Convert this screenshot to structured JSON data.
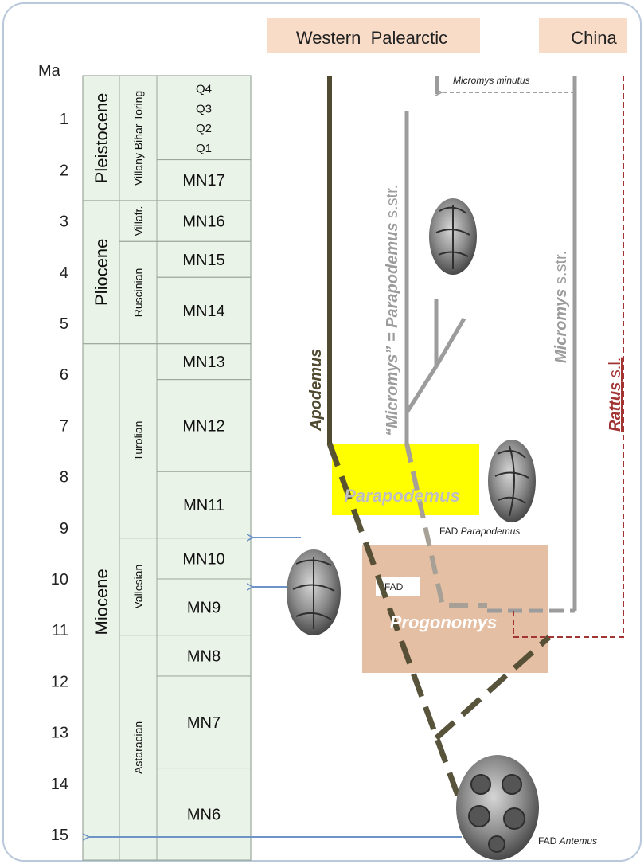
{
  "colors": {
    "frame": "#b9c8da",
    "header_bg": "#f9dcc8",
    "column_bg": "#eaf3e8",
    "column_border": "#9aa89a",
    "apodemus": "#4f4a30",
    "parapodemus": "#9c9c9c",
    "micromys": "#9c9c9c",
    "rattus": "#a33434",
    "yellow_box": "#ffff00",
    "progonomys_box": "#d9a67f",
    "arrow": "#6e93c6"
  },
  "header": {
    "western": "Western  Palearctic",
    "china": "China"
  },
  "axis": {
    "unit": "Ma",
    "ticks": [
      "1",
      "2",
      "3",
      "4",
      "5",
      "6",
      "7",
      "8",
      "9",
      "10",
      "11",
      "12",
      "13",
      "14",
      "15"
    ]
  },
  "epochs": [
    {
      "name": "Pleistocene",
      "from": 0,
      "to": 2.6
    },
    {
      "name": "Pliocene",
      "from": 2.6,
      "to": 5.4
    },
    {
      "name": "Miocene",
      "from": 5.4,
      "to": 15.5
    }
  ],
  "stages": [
    {
      "name": "Villany Bihar Toring",
      "from": 0,
      "to": 2.6
    },
    {
      "name": "Villafr.",
      "from": 2.6,
      "to": 3.4
    },
    {
      "name": "Ruscinian",
      "from": 3.4,
      "to": 5.4
    },
    {
      "name": "Turolian",
      "from": 5.4,
      "to": 9.2
    },
    {
      "name": "Vallesian",
      "from": 9.2,
      "to": 11.1
    },
    {
      "name": "Astaracian",
      "from": 11.1,
      "to": 15.5
    }
  ],
  "zones": [
    {
      "name": "Q4 Q3 Q2 Q1",
      "labels": [
        "Q4",
        "Q3",
        "Q2",
        "Q1"
      ],
      "from": 0,
      "to": 1.8
    },
    {
      "name": "MN17",
      "from": 1.8,
      "to": 2.6
    },
    {
      "name": "MN16",
      "from": 2.6,
      "to": 3.4
    },
    {
      "name": "MN15",
      "from": 3.4,
      "to": 4.1
    },
    {
      "name": "MN14",
      "from": 4.1,
      "to": 5.4
    },
    {
      "name": "MN13",
      "from": 5.4,
      "to": 6.1
    },
    {
      "name": "MN12",
      "from": 6.1,
      "to": 7.9
    },
    {
      "name": "MN11",
      "from": 7.9,
      "to": 9.2
    },
    {
      "name": "MN10",
      "from": 9.2,
      "to": 10.0
    },
    {
      "name": "MN9",
      "from": 10.0,
      "to": 11.1
    },
    {
      "name": "MN8",
      "from": 11.1,
      "to": 11.9
    },
    {
      "name": "MN7",
      "from": 11.9,
      "to": 13.7
    },
    {
      "name": "MN6",
      "from": 13.7,
      "to": 15.5
    }
  ],
  "taxa": {
    "apodemus": "Apodemus",
    "parapodemus_prefix": "“Micromys” = ",
    "parapodemus_name": "Parapodemus",
    "parapodemus_suffix": " s.str.",
    "micromys_name": "Micromys",
    "micromys_suffix": " s.str.",
    "rattus_name": "Rattus",
    "rattus_suffix": " s.l.",
    "micromys_minutus": "Micromys minutus",
    "parapodemus_box": "Parapodemus",
    "progonomys_box": "Progonomys",
    "fad": "FAD",
    "fad_parapodemus_prefix": "FAD ",
    "fad_parapodemus_name": "Parapodemus",
    "fad_antemus_prefix": "FAD ",
    "fad_antemus_name": "Antemus"
  }
}
